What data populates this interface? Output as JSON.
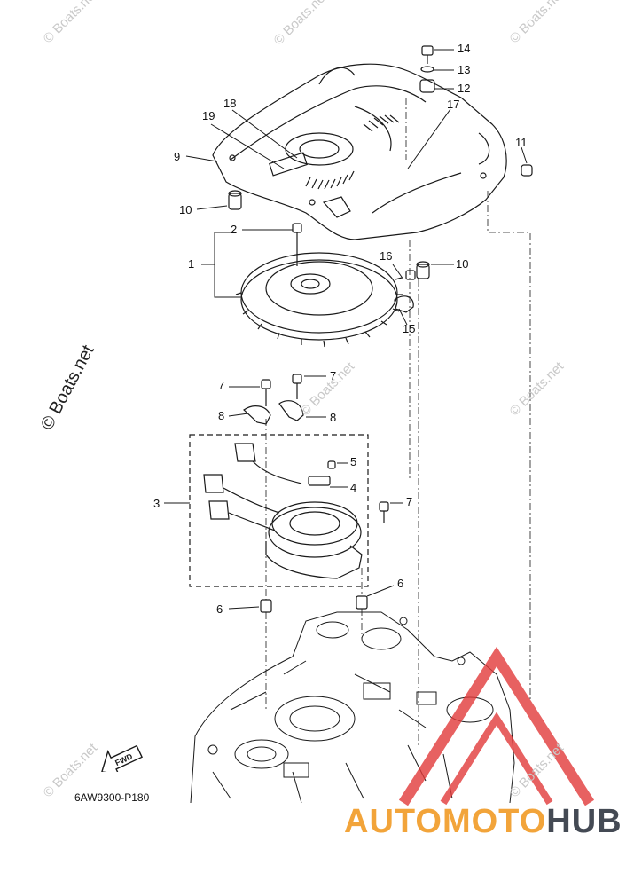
{
  "watermarks": [
    "© Boats.net",
    "© Boats.net",
    "© Boats.net",
    "© Boats.net",
    "© Boats.net",
    "© Boats.net",
    "© Boats.net"
  ],
  "watermark_big": "© Boats.net",
  "callouts": [
    "14",
    "13",
    "12",
    "17",
    "18",
    "19",
    "9",
    "11",
    "10",
    "10",
    "2",
    "1",
    "16",
    "15",
    "7",
    "7",
    "8",
    "8",
    "5",
    "4",
    "3",
    "7",
    "6",
    "6"
  ],
  "part_code": "6AW9300-P180",
  "fwd_label": "FWD",
  "brand": {
    "part1": "AUTOMOTO",
    "part2": "HUB"
  },
  "colors": {
    "line": "#1a1a1a",
    "brand_orange": "#f2a43a",
    "brand_dark": "#444a54",
    "logo_red": "#e23a3a"
  }
}
